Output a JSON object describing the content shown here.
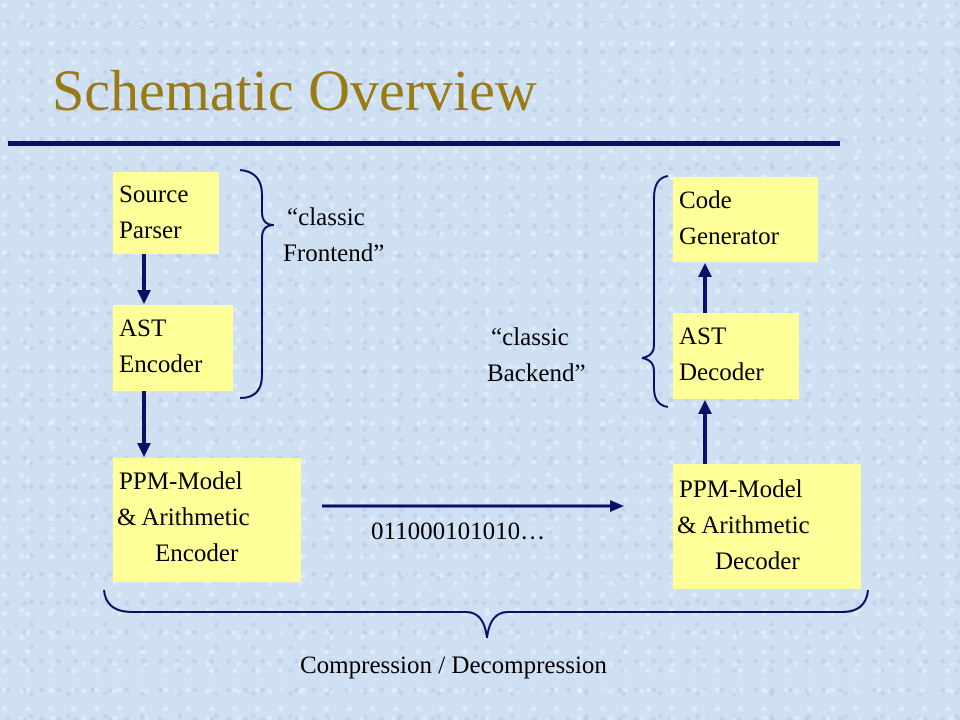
{
  "slide": {
    "title": "Schematic Overview"
  },
  "encoder": {
    "source_parser": [
      "Source",
      "Parser"
    ],
    "ast_encoder": [
      "AST",
      "Encoder"
    ],
    "ppm_encoder": [
      "PPM-Model",
      "& Arithmetic",
      "Encoder"
    ]
  },
  "decoder": {
    "code_generator": [
      "Code",
      "Generator"
    ],
    "ast_decoder": [
      "AST",
      "Decoder"
    ],
    "ppm_decoder": [
      "PPM-Model",
      "& Arithmetic",
      "Decoder"
    ]
  },
  "labels": {
    "frontend": [
      "“classic",
      "Frontend”"
    ],
    "backend": [
      "“classic",
      "Backend”"
    ],
    "bitstream": "011000101010…",
    "compression": "Compression / Decompression"
  },
  "colors": {
    "title": "#9a7a15",
    "rule": "#0d0f66",
    "box": "#ffff99",
    "arrow": "#0d0f66",
    "background": "#cfe0f3"
  }
}
